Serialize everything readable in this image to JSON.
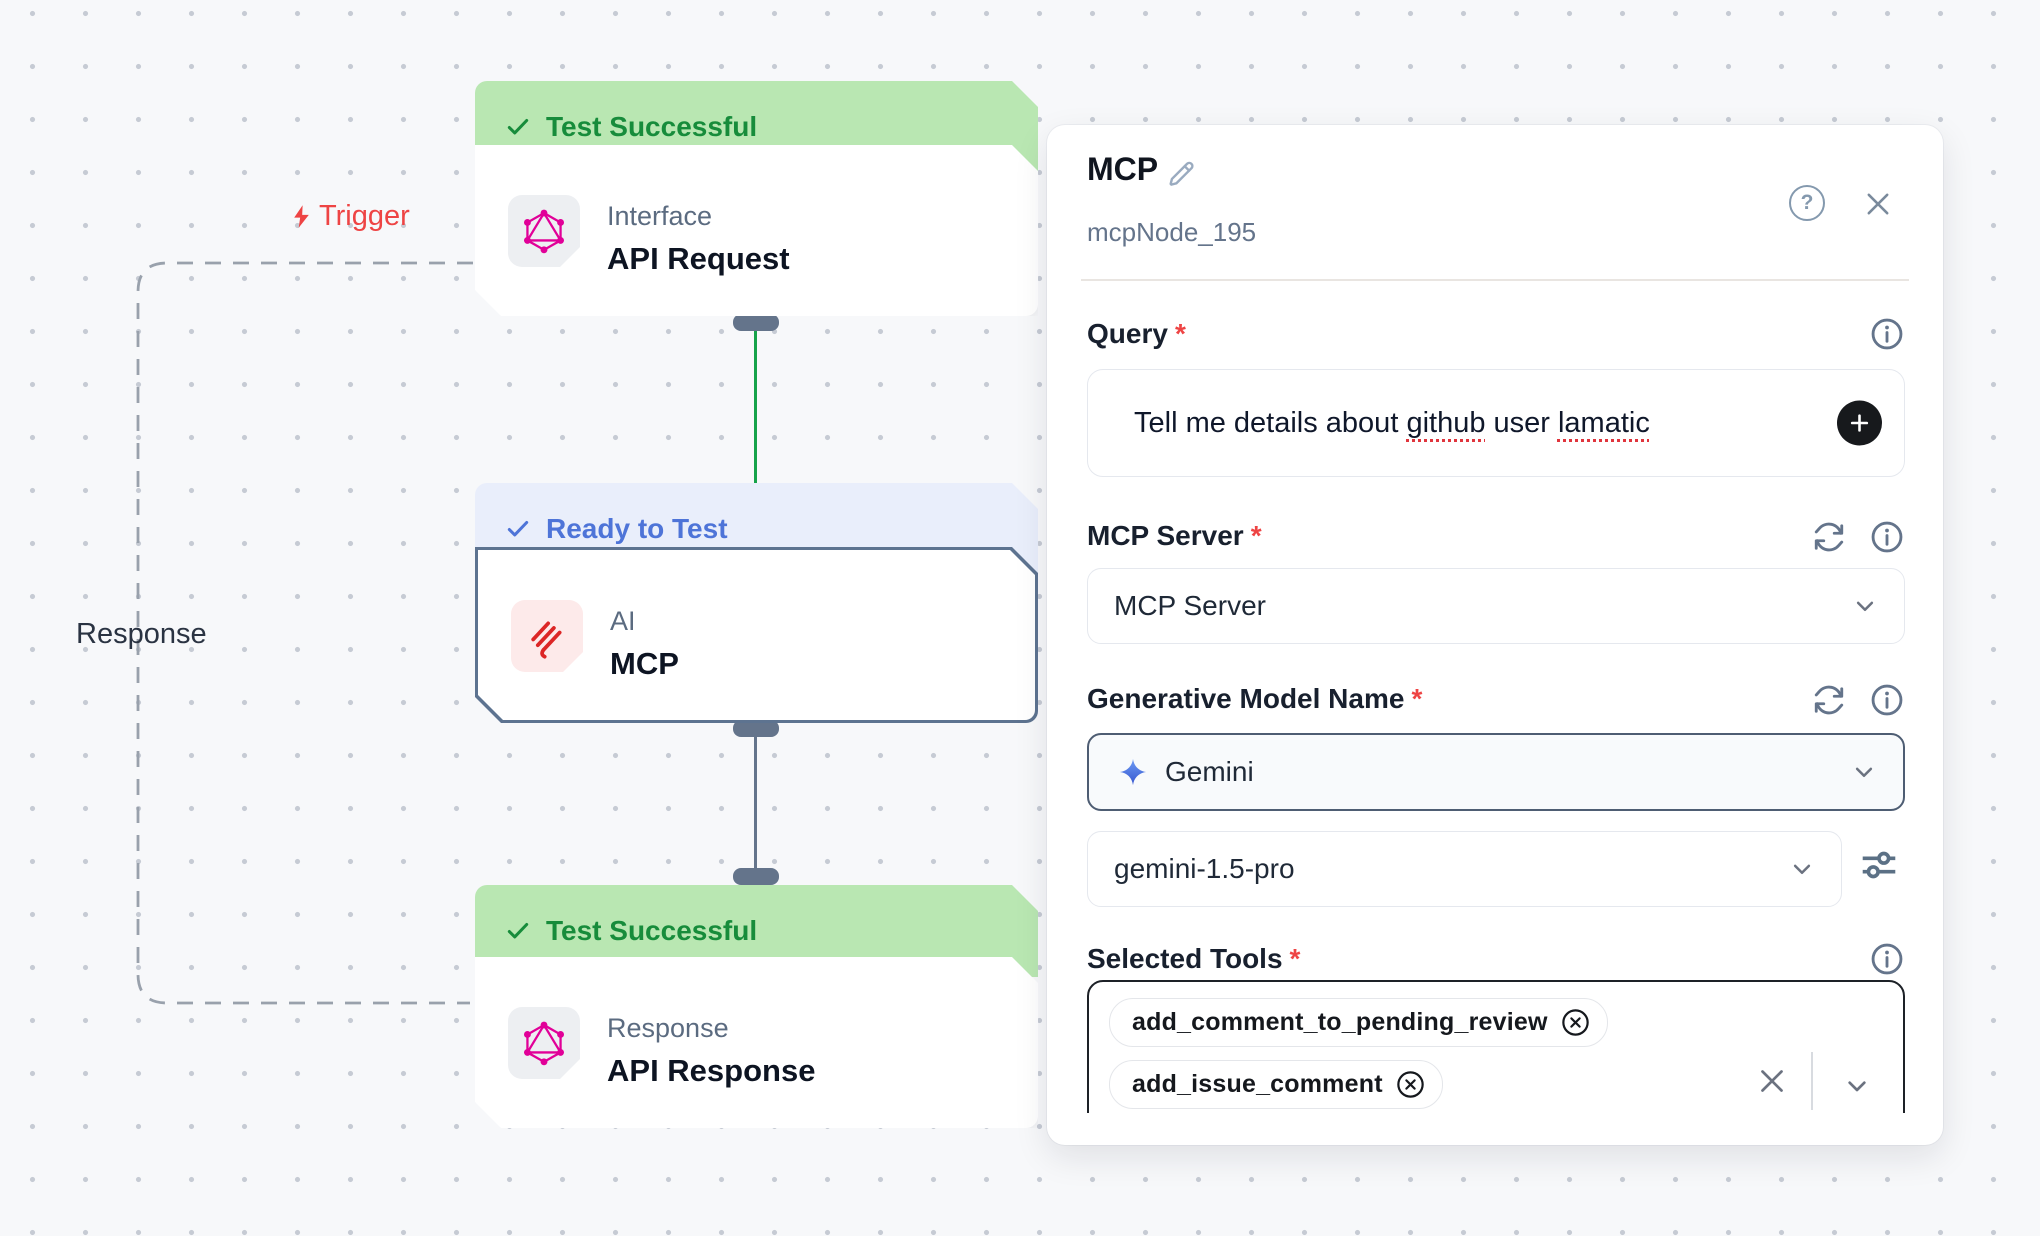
{
  "ui": {
    "required_mark": "*",
    "help_glyph": "?"
  },
  "canvas": {
    "trigger_label": "Trigger",
    "response_label": "Response",
    "nodes": [
      {
        "status": "Test Successful",
        "category": "Interface",
        "title": "API Request"
      },
      {
        "status": "Ready to Test",
        "category": "AI",
        "title": "MCP"
      },
      {
        "status": "Test Successful",
        "category": "Response",
        "title": "API Response"
      }
    ]
  },
  "panel": {
    "title": "MCP",
    "node_id": "mcpNode_195",
    "query": {
      "label": "Query",
      "text_part_1": "Tell me details about ",
      "highlight_word_1": "github",
      "text_part_2": " user ",
      "highlight_word_2": "lamatic"
    },
    "mcp_server": {
      "label": "MCP Server",
      "selected": "MCP Server"
    },
    "generative_model": {
      "label": "Generative Model Name",
      "provider": "Gemini",
      "model": "gemini-1.5-pro"
    },
    "selected_tools": {
      "label": "Selected Tools",
      "tags": [
        "add_comment_to_pending_review",
        "add_issue_comment"
      ]
    }
  },
  "colors": {
    "success_bg": "#b9e7b2",
    "success_text": "#178c3b",
    "ready_bg": "#e9eefb",
    "ready_text": "#4e74d8",
    "trigger_red": "#ee4444",
    "graphql_pink": "#e10098",
    "mcp_red": "#dc2626",
    "gemini_blue": "#4c7ce8",
    "connector_green": "#16a34a",
    "connector_slate": "#64748b"
  }
}
